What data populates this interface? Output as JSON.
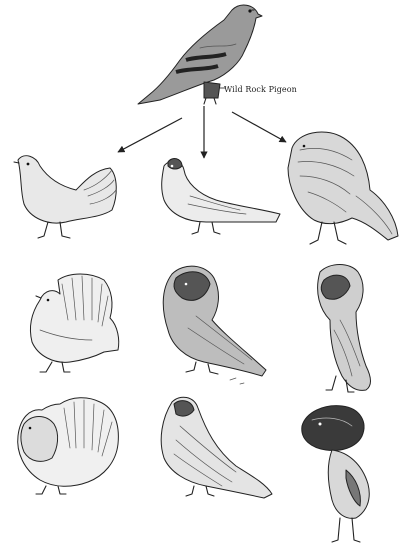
{
  "diagram": {
    "root_label": "Wild Rock Pigeon",
    "breeds_rows": 3,
    "breeds_cols": 3
  }
}
